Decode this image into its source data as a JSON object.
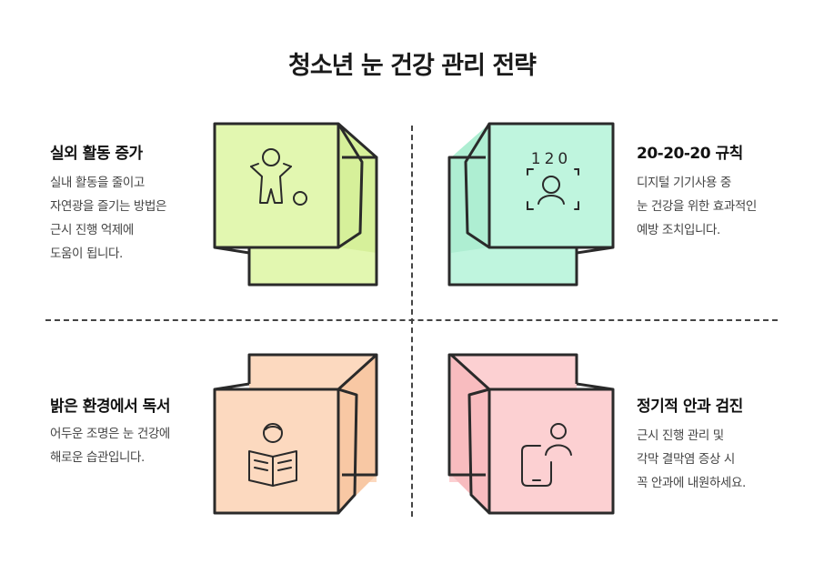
{
  "title": "청소년 눈 건강 관리 전략",
  "sections": [
    {
      "heading": "실외 활동 증가",
      "body": "실내 활동을 줄이고\n자연광을 즐기는 방법은\n근시 진행 억제에\n도움이 됩니다.",
      "icon": "child-playing-ball-icon",
      "color": "#e2f7b0"
    },
    {
      "heading": "20-20-20 규칙",
      "body": "디지털 기기사용 중\n눈 건강을 위한 효과적인\n예방 조치입니다.",
      "icon": "face-scan-120-icon",
      "icon_text": "120",
      "color": "#bff5de"
    },
    {
      "heading": "밝은 환경에서 독서",
      "body": "어두운 조명은 눈 건강에\n해로운 습관입니다.",
      "icon": "person-reading-book-icon",
      "color": "#fcd9bf"
    },
    {
      "heading": "정기적 안과 검진",
      "body": "근시 진행 관리 및\n각막 결막염 증상 시\n꼭 안과에 내원하세요.",
      "icon": "eye-exam-person-icon",
      "color": "#fcd0d2"
    }
  ]
}
